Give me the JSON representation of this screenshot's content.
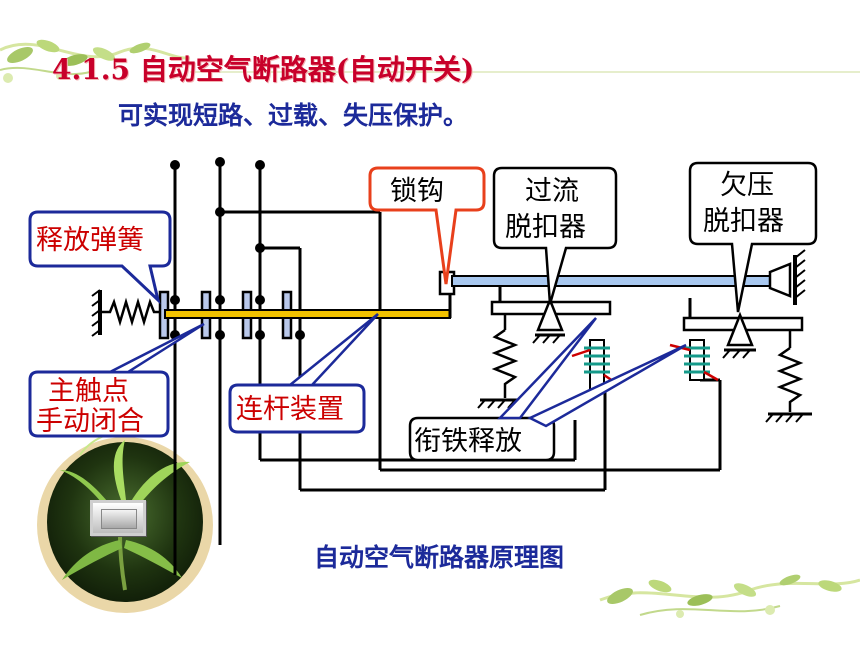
{
  "slide": {
    "title": "4.1.5 自动空气断路器(自动开关)",
    "subtitle": "可实现短路、过载、失压保护。",
    "caption": "自动空气断路器原理图"
  },
  "labels": {
    "release_spring": "释放弹簧",
    "main_contact_line1": "主触点",
    "main_contact_line2": "手动闭合",
    "linkage": "连杆装置",
    "lock_hook": "锁钩",
    "overcurrent_line1": "过流",
    "overcurrent_line2": "脱扣器",
    "undervoltage_line1": "欠压",
    "undervoltage_line2": "脱扣器",
    "armature_release": "衔铁释放"
  },
  "colors": {
    "title": "#c8002a",
    "subtitle": "#1c2a9a",
    "callout_border": "#1c2a9a",
    "lock_hook_border": "#e8401c",
    "linkage_bar": "#f2c200",
    "latch_bar": "#a8c8f0",
    "spring_coil": "#159a8a"
  },
  "decoration": {
    "vine_icon": "vine-ornament-icon",
    "plant_icon": "plant-photo-icon"
  }
}
